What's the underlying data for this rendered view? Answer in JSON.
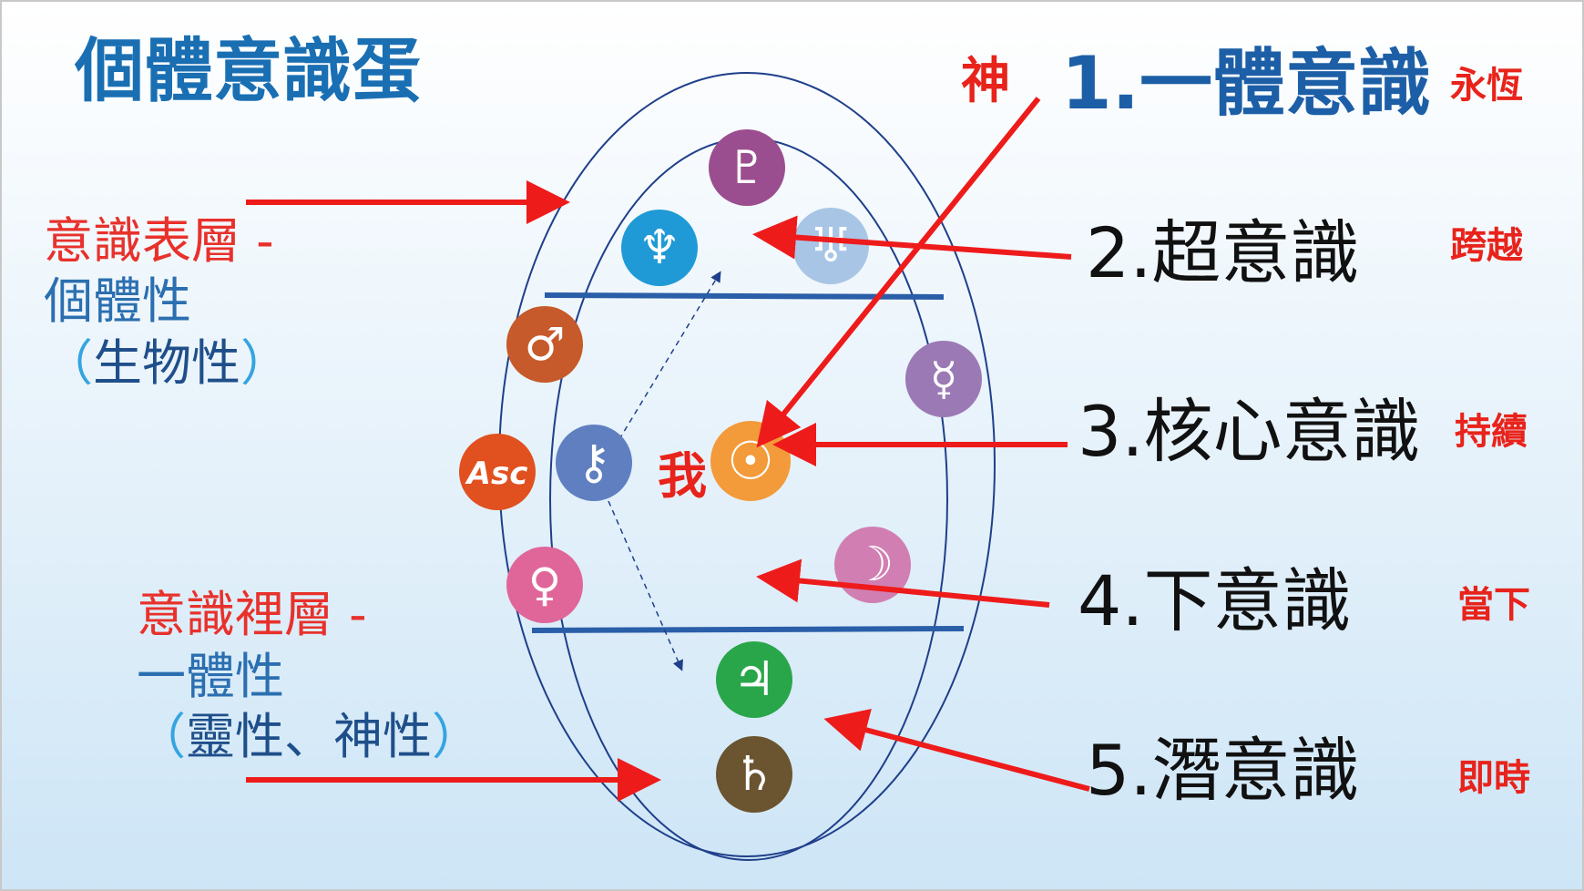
{
  "title": "個體意識蛋",
  "left_labels": {
    "surface_line1": "意識表層 -",
    "surface_line2": "個體性",
    "surface_line3_open": "（",
    "surface_line3_text": "生物性",
    "surface_line3_close": "）",
    "inner_line1": "意識裡層 -",
    "inner_line2": "一體性",
    "inner_line3_open": "（",
    "inner_line3_text": "靈性、神性",
    "inner_line3_close": "）"
  },
  "center_labels": {
    "god": "神",
    "self": "我"
  },
  "levels": [
    {
      "name": "1.一體意識",
      "tag": "永恆"
    },
    {
      "name": "2.超意識",
      "tag": "跨越"
    },
    {
      "name": "3.核心意識",
      "tag": "持續"
    },
    {
      "name": "4.下意識",
      "tag": "當下"
    },
    {
      "name": "5.潛意識",
      "tag": "即時"
    }
  ],
  "planets": [
    {
      "name": "pluto",
      "glyph": "♇",
      "color": "#9b4e8f"
    },
    {
      "name": "neptune",
      "glyph": "♆",
      "color": "#1f9ad6"
    },
    {
      "name": "uranus",
      "glyph": "♅",
      "color": "#a9c5e6"
    },
    {
      "name": "mars",
      "glyph": "♂",
      "color": "#c65a2a"
    },
    {
      "name": "mercury",
      "glyph": "☿",
      "color": "#9b79b5"
    },
    {
      "name": "ascendant",
      "glyph": "Asc",
      "color": "#e1501f"
    },
    {
      "name": "chiron",
      "glyph": "⚷",
      "color": "#5f7fc0"
    },
    {
      "name": "sun",
      "glyph": "☉",
      "color": "#f39a3a"
    },
    {
      "name": "moon",
      "glyph": "☽",
      "color": "#d17fb2"
    },
    {
      "name": "venus",
      "glyph": "♀",
      "color": "#e0669a"
    },
    {
      "name": "jupiter",
      "glyph": "♃",
      "color": "#2aa64a"
    },
    {
      "name": "saturn",
      "glyph": "♄",
      "color": "#6b5430"
    }
  ],
  "colors": {
    "arrow": "#ee1b1b",
    "egg_outline": "#1f3f8a",
    "divider": "#2a5ea8",
    "title": "#1a6fb3"
  }
}
